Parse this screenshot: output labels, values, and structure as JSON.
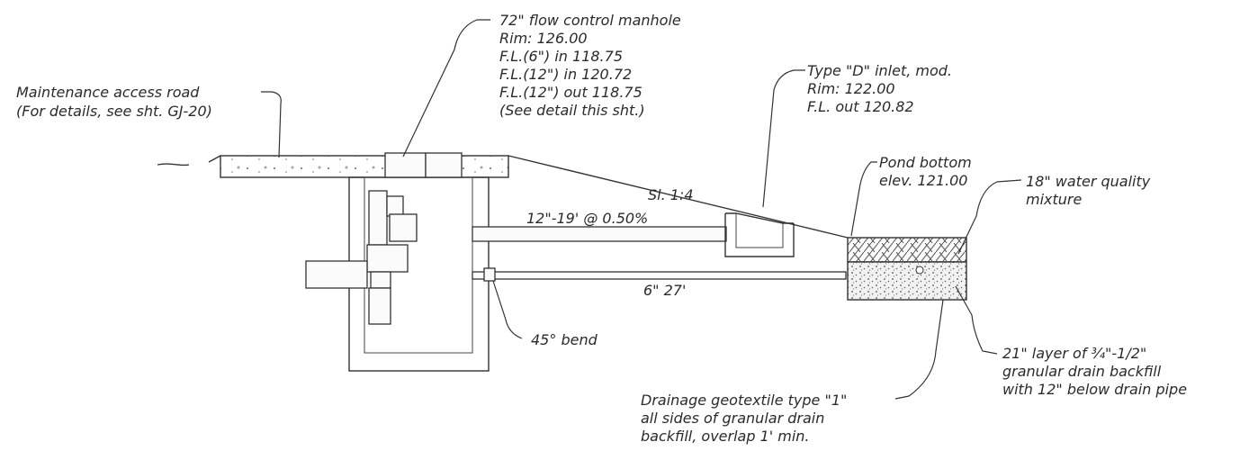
{
  "labels": {
    "road": [
      "Maintenance access road",
      "(For details, see sht. GJ-20)"
    ],
    "manhole": [
      "72\" flow  control manhole",
      "Rim: 126.00",
      "F.L.(6\") in  118.75",
      "F.L.(12\") in  120.72",
      "F.L.(12\") out 118.75",
      "(See detail this sht.)"
    ],
    "inlet": [
      "Type \"D\" inlet, mod.",
      "Rim: 122.00",
      "F.L. out 120.82"
    ],
    "pond_bottom": [
      "Pond bottom",
      "elev. 121.00"
    ],
    "water_quality": [
      "18\" water quality",
      "mixture"
    ],
    "slope": "Sl. 1:4",
    "pipe_12": "12\"-19' @ 0.50%",
    "pipe_6": "6\"   27'",
    "bend": "45° bend",
    "granular": [
      "21\" layer of ¾\"-1/2\"",
      "granular drain backfill",
      "with 12\" below drain pipe"
    ],
    "geotextile": [
      "Drainage geotextile type \"1\"",
      "all sides of granular drain",
      "backfill, overlap  1' min."
    ]
  }
}
